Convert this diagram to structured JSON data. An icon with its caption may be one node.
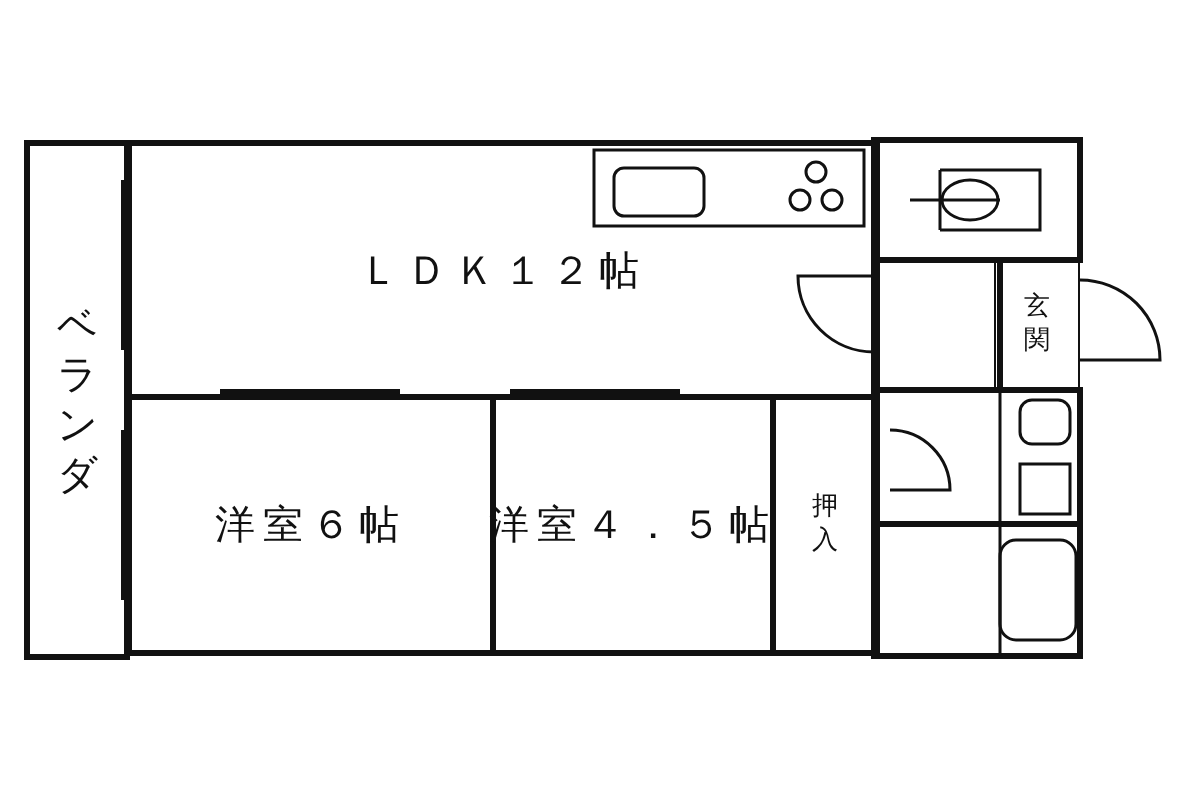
{
  "diagram": {
    "nodes": [
      {
        "text": [
          "ベランダ"
        ]
      },
      {
        "text": [
          "ＬＤＫ１２帖"
        ]
      },
      {
        "text": [
          "洋室６帖"
        ]
      },
      {
        "text": [
          "洋室４．５帖"
        ]
      },
      {
        "text": [
          "押入"
        ]
      },
      {
        "text": [
          "玄関"
        ]
      }
    ]
  }
}
